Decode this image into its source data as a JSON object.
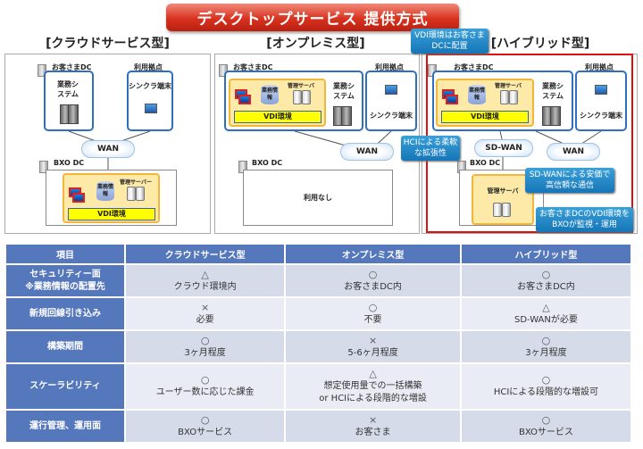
{
  "title": "デスクトップサービス 提供方式",
  "sections": {
    "cloud": {
      "heading": "[クラウドサービス型]",
      "customer_dc": "お客さまDC",
      "site": "利用拠点",
      "system": "業務システム",
      "terminal": "シンクラ端末",
      "wan": "WAN",
      "bxo_dc": "BXO DC",
      "mgmt_server": "管理サーバー",
      "business_info": "業務情報",
      "vdi": "VDI環境"
    },
    "onprem": {
      "heading": "[オンプレミス型]",
      "customer_dc": "お客さまDC",
      "site": "利用拠点",
      "system": "業務システム",
      "terminal": "シンクラ端末",
      "wan": "WAN",
      "bxo_dc": "BXO DC",
      "mgmt_server": "管理サーバ",
      "business_info": "業務情報",
      "vdi": "VDI環境",
      "unused": "利用なし"
    },
    "hybrid": {
      "heading": "[ハイブリッド型]",
      "customer_dc": "お客さまDC",
      "site": "利用拠点",
      "system": "業務システム",
      "terminal": "シンクラ端末",
      "wan": "WAN",
      "sdwan": "SD-WAN",
      "bxo_dc": "BXO DC",
      "mgmt_server": "管理サーバ",
      "bxo_mgmt_server": "管理サーバ",
      "business_info": "業務情報",
      "vdi": "VDI環境",
      "callouts": {
        "vdi_location": "VDI環境はお客さまDCに配置",
        "hci": "HCIによる柔軟な拡張性",
        "sdwan": "SD-WANによる安価で高信頼な通信",
        "monitor": "お客さまDCのVDI環境をBXOが監視・運用"
      }
    }
  },
  "table": {
    "headers": [
      "項目",
      "クラウドサービス型",
      "オンプレミス型",
      "ハイブリッド型"
    ],
    "rows": [
      {
        "item": "セキュリティー面\n※業務情報の配置先",
        "cells": [
          {
            "mark": "△",
            "text": "クラウド環境内"
          },
          {
            "mark": "○",
            "text": "お客さまDC内"
          },
          {
            "mark": "○",
            "text": "お客さまDC内"
          }
        ]
      },
      {
        "item": "新規回線引き込み",
        "cells": [
          {
            "mark": "×",
            "text": "必要"
          },
          {
            "mark": "○",
            "text": "不要"
          },
          {
            "mark": "△",
            "text": "SD-WANが必要"
          }
        ]
      },
      {
        "item": "構築期間",
        "cells": [
          {
            "mark": "○",
            "text": "3ヶ月程度"
          },
          {
            "mark": "×",
            "text": "5-6ヶ月程度"
          },
          {
            "mark": "○",
            "text": "3ヶ月程度"
          }
        ]
      },
      {
        "item": "スケーラビリティ",
        "cells": [
          {
            "mark": "○",
            "text": "ユーザー数に応じた課金"
          },
          {
            "mark": "△",
            "text": "想定使用量での一括構築\nor HCIによる段階的な増設"
          },
          {
            "mark": "○",
            "text": "HCIによる段階的な増設可"
          }
        ]
      },
      {
        "item": "運行管理、運用面",
        "cells": [
          {
            "mark": "○",
            "text": "BXOサービス"
          },
          {
            "mark": "×",
            "text": "お客さま"
          },
          {
            "mark": "○",
            "text": "BXOサービス"
          }
        ]
      }
    ]
  },
  "colors": {
    "title_red": "#d8321f",
    "table_header": "#5577bb",
    "hybrid_frame": "#e01010",
    "callout": "#1676b8"
  }
}
